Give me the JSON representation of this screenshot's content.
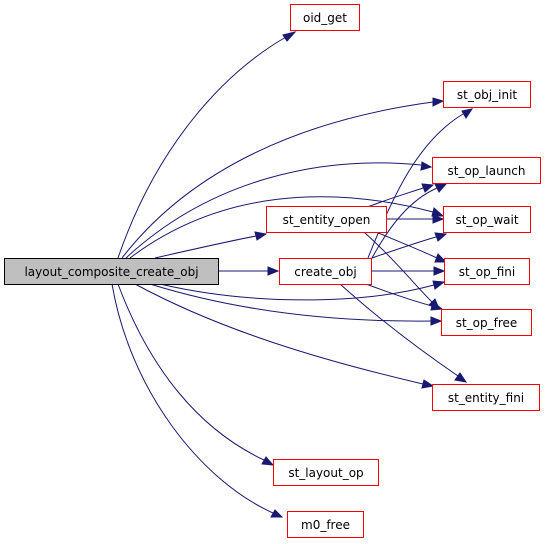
{
  "colors": {
    "edge": "#191970",
    "node_border": "#ff0000",
    "root_fill": "#bfbfbf",
    "root_border": "#000000"
  },
  "nodes": {
    "root": "layout_composite_create_obj",
    "oid_get": "oid_get",
    "st_obj_init": "st_obj_init",
    "st_op_launch": "st_op_launch",
    "st_entity_open": "st_entity_open",
    "st_op_wait": "st_op_wait",
    "create_obj": "create_obj",
    "st_op_fini": "st_op_fini",
    "st_op_free": "st_op_free",
    "st_entity_fini": "st_entity_fini",
    "st_layout_op": "st_layout_op",
    "m0_free": "m0_free"
  }
}
